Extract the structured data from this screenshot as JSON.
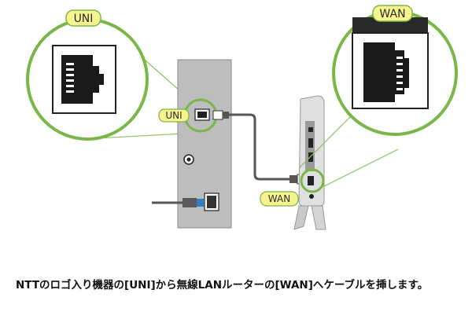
{
  "labels": {
    "uni_zoom": "UNI",
    "wan_zoom": "WAN",
    "uni_small": "UNI",
    "wan_small": "WAN"
  },
  "caption": "NTTのロゴ入り機器の[UNI]から無線LANルーターの[WAN]へケーブルを挿します。",
  "colors": {
    "accent_green": "#7ab648",
    "tag_fill": "#f7f38f",
    "device_gray": "#b8b8b8",
    "cable": "#555555"
  },
  "icons": {
    "ethernet_port": "ethernet-port-icon"
  }
}
